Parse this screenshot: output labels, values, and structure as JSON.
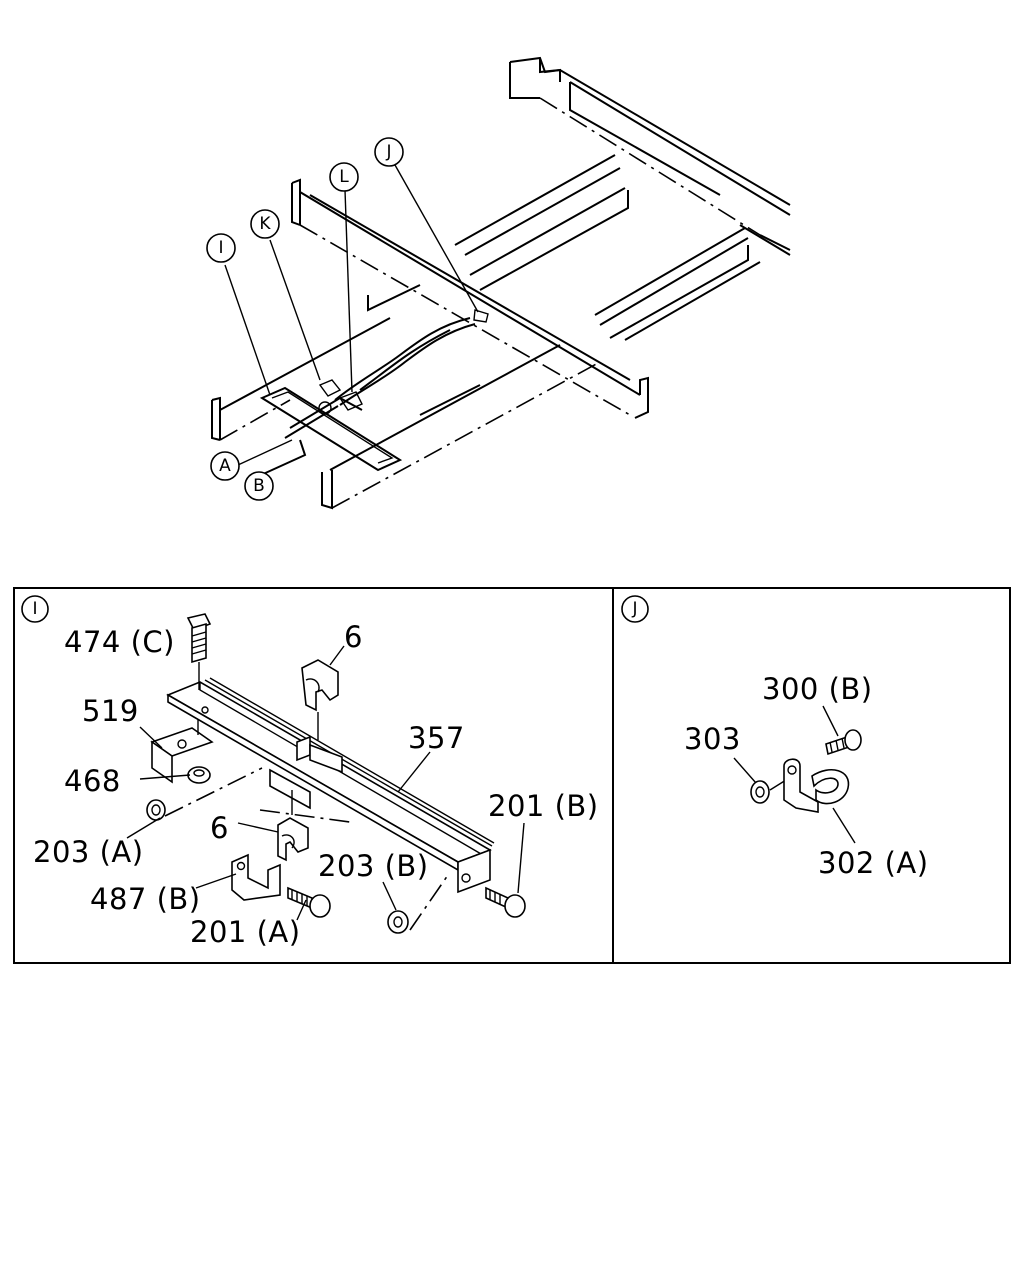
{
  "overview": {
    "callouts": {
      "I": "I",
      "J": "J",
      "K": "K",
      "L": "L",
      "A": "A",
      "B": "B"
    }
  },
  "detail_i": {
    "tag": "I",
    "labels": {
      "p474c": "474 (C)",
      "p6_top": "6",
      "p519": "519",
      "p357": "357",
      "p468": "468",
      "p201b": "201 (B)",
      "p203a": "203 (A)",
      "p6_bottom": "6",
      "p203b": "203 (B)",
      "p487b": "487 (B)",
      "p201a": "201 (A)"
    }
  },
  "detail_j": {
    "tag": "J",
    "labels": {
      "p300b": "300 (B)",
      "p303": "303",
      "p302a": "302 (A)"
    }
  }
}
